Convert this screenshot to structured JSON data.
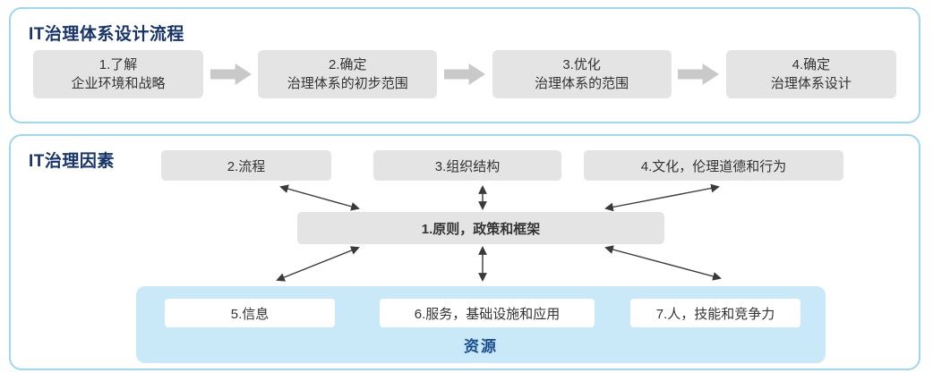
{
  "process_panel": {
    "title": "IT治理体系设计流程",
    "steps": [
      {
        "line1": "1.了解",
        "line2": "企业环境和战略"
      },
      {
        "line1": "2.确定",
        "line2": "治理体系的初步范围"
      },
      {
        "line1": "3.优化",
        "line2": "治理体系的范围"
      },
      {
        "line1": "4.确定",
        "line2": "治理体系设计"
      }
    ]
  },
  "factors_panel": {
    "title": "IT治理因素",
    "top_factors": [
      "2.流程",
      "3.组织结构",
      "4.文化，伦理道德和行为"
    ],
    "center_factor": "1.原则，政策和框架",
    "resources": {
      "items": [
        "5.信息",
        "6.服务，基础设施和应用",
        "7.人，技能和竞争力"
      ],
      "label": "资源"
    }
  },
  "colors": {
    "panel_border": "#9fd6f2",
    "title_text": "#17356b",
    "box_gray": "#e4e4e4",
    "flow_arrow": "#c9c9c9",
    "connector_arrow": "#3a3a3a",
    "resources_bg": "#c9e8f8",
    "resources_label": "#1b4f93"
  }
}
